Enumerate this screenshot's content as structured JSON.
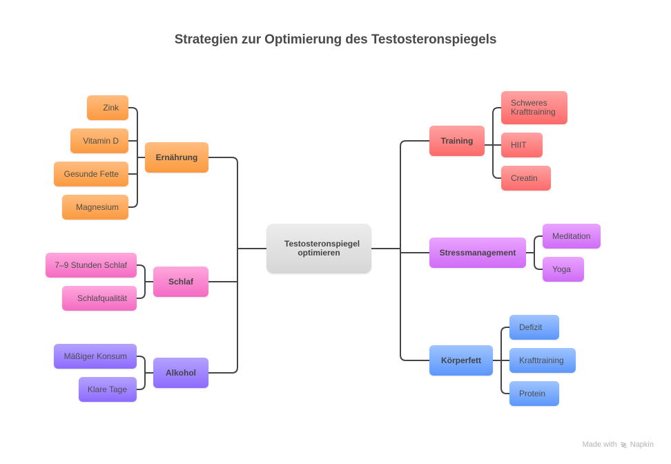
{
  "title": "Strategien zur Optimierung des Testosteronspiegels",
  "root": {
    "label": "Testosteronspiegel optimieren"
  },
  "branches": {
    "ernaehrung": {
      "label": "Ernährung",
      "color": "#fb9a3f",
      "children": [
        "Zink",
        "Vitamin D",
        "Gesunde Fette",
        "Magnesium"
      ]
    },
    "schlaf": {
      "label": "Schlaf",
      "color": "#f46bc4",
      "children": [
        "7–9 Stunden Schlaf",
        "Schlafqualität"
      ]
    },
    "alkohol": {
      "label": "Alkohol",
      "color": "#8d6bff",
      "children": [
        "Mäßiger Konsum",
        "Klare Tage"
      ]
    },
    "training": {
      "label": "Training",
      "color": "#fd6a6a",
      "children": [
        "Schweres Krafttraining",
        "HIIT",
        "Creatin"
      ]
    },
    "stress": {
      "label": "Stressmanagement",
      "color": "#cf6cf7",
      "children": [
        "Meditation",
        "Yoga"
      ]
    },
    "koerperfett": {
      "label": "Körperfett",
      "color": "#5c97fb",
      "children": [
        "Defizit",
        "Krafttraining",
        "Protein"
      ]
    }
  },
  "footer": {
    "made_with": "Made with",
    "brand": "Napkin",
    "logo_icon": "napkin-logo-icon"
  }
}
